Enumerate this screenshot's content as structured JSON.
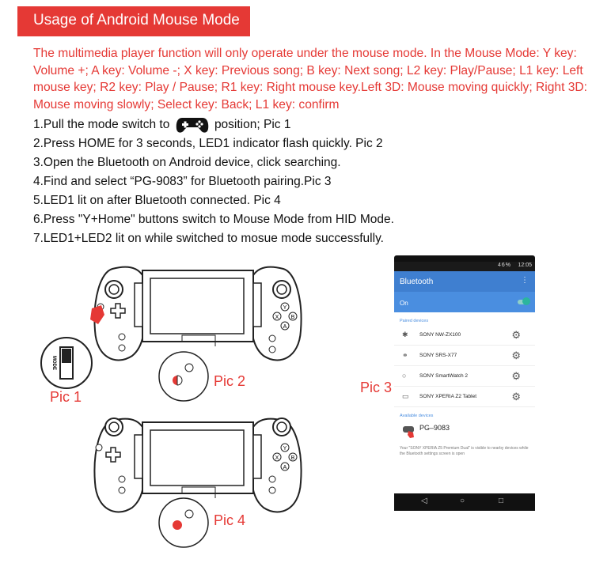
{
  "header": {
    "title": "Usage of Android Mouse Mode"
  },
  "intro": "The multimedia player function will only operate under the mouse mode. In the Mouse Mode: Y key: Volume +; A key: Volume -; X key: Previous song; B key: Next song; L2 key: Play/Pause; L1 key: Left mouse key; R2 key: Play  / Pause; R1 key: Right mouse key.Left 3D: Mouse moving quickly; Right 3D: Mouse moving slowly; Select key: Back; L1 key: confirm",
  "steps": [
    {
      "before": "1.Pull the mode switch to",
      "after": "position; Pic 1",
      "icon": "gamepad-icon"
    },
    {
      "text": "2.Press HOME for 3 seconds, LED1 indicator flash quickly. Pic 2"
    },
    {
      "text": "3.Open the Bluetooth on Android device, click searching."
    },
    {
      "text": "4.Find and select “PG-9083” for Bluetooth pairing.Pic 3"
    },
    {
      "text": "5.LED1 lit on after Bluetooth connected. Pic 4"
    },
    {
      "text": "6.Press \"Y+Home\" buttons switch to Mouse Mode from HID Mode."
    },
    {
      "text": "7.LED1+LED2 lit on while switched to mosue mode successfully."
    }
  ],
  "pics": {
    "pic1": "Pic 1",
    "pic2": "Pic 2",
    "pic3": "Pic 3",
    "pic4": "Pic 4"
  },
  "switch_label": "MODE",
  "buttons": {
    "y": "Y",
    "x": "X",
    "b": "B",
    "a": "A"
  },
  "phone": {
    "time": "12:05",
    "battery": "46%",
    "app_title": "Bluetooth",
    "toggle_label": "On",
    "paired_header": "Paired devices",
    "paired": [
      {
        "name": "SONY NW-ZX100",
        "icon": "bluetooth-icon"
      },
      {
        "name": "SONY SRS-X77",
        "icon": "headphones-icon"
      },
      {
        "name": "SONY SmartWatch 2",
        "icon": "watch-icon"
      },
      {
        "name": "SONY XPERIA Z2 Tablet",
        "icon": "laptop-icon"
      }
    ],
    "available_header": "Available devices",
    "available": [
      {
        "name": "PG–9083",
        "icon": "gamepad-icon"
      }
    ],
    "note": "Your \"SONY XPERIA Z5 Premium Dual\" is visible to nearby devices while the Bluetooth settings screen is open"
  },
  "colors": {
    "accent": "#e53935",
    "android_blue": "#3f7fd0",
    "led_red": "#e53935"
  }
}
